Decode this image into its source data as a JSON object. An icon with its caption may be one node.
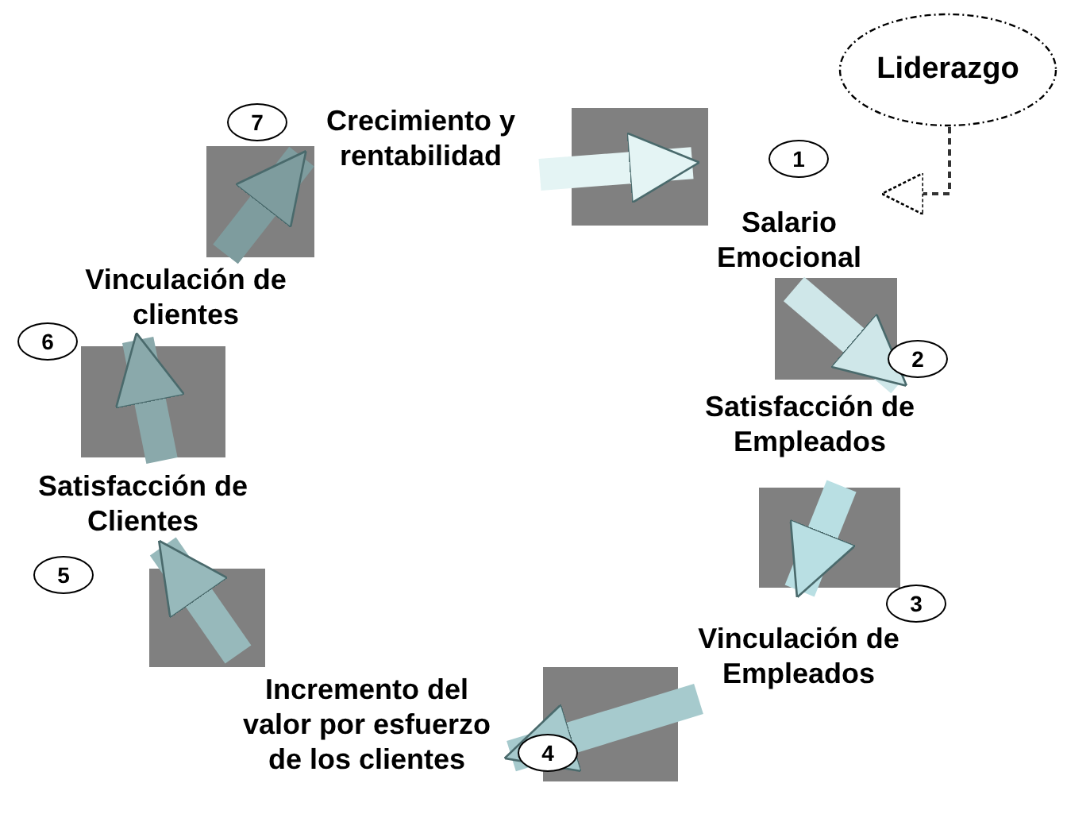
{
  "diagram": {
    "nodes": [
      {
        "text": [
          "Salario Emocional"
        ],
        "beside": [
          "1"
        ]
      },
      {
        "text": [
          "Satisfacción de Empleados"
        ],
        "beside": [
          "2"
        ]
      },
      {
        "text": [
          "Vinculación de Empleados"
        ],
        "beside": [
          "3"
        ]
      },
      {
        "text": [
          "Incremento del valor por esfuerzo de los clientes"
        ],
        "beside": [
          "4"
        ]
      },
      {
        "text": [
          "Satisfacción de Clientes"
        ],
        "beside": [
          "5"
        ]
      },
      {
        "text": [
          "Vinculación de clientes"
        ],
        "beside": [
          "6"
        ]
      },
      {
        "text": [
          "Crecimiento y rentabilidad"
        ],
        "beside": [
          "7"
        ]
      },
      {
        "text": [
          "Liderazgo"
        ]
      }
    ],
    "edges": [
      {
        "from": 0,
        "to": 1,
        "arrow": "to",
        "color": "#cfe7e9"
      },
      {
        "from": 1,
        "to": 2,
        "arrow": "to",
        "color": "#b9dfe3"
      },
      {
        "from": 2,
        "to": 3,
        "arrow": "to",
        "color": "#a6cacd"
      },
      {
        "from": 3,
        "to": 4,
        "arrow": "to",
        "color": "#97b9bb"
      },
      {
        "from": 4,
        "to": 5,
        "arrow": "to",
        "color": "#8aa9ab"
      },
      {
        "from": 5,
        "to": 6,
        "arrow": "to",
        "color": "#7e9c9e"
      },
      {
        "from": 6,
        "to": 0,
        "arrow": "to",
        "color": "#e4f4f4"
      },
      {
        "from": 7,
        "to": 0,
        "arrow": "to",
        "style": "dashed",
        "color": "#333333"
      }
    ]
  }
}
